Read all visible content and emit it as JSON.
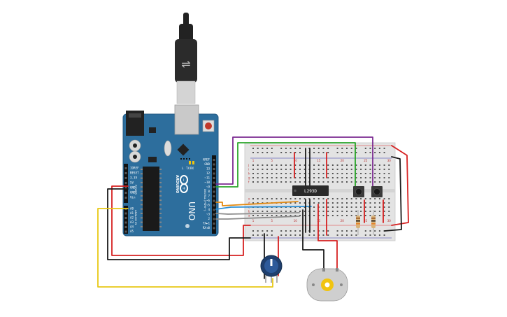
{
  "arduino": {
    "logo_text": "ARDUINO",
    "model": "UNO",
    "top_header_pins": [
      "AREF",
      "GND",
      "13",
      "12",
      "~11",
      "~10",
      "~9",
      "8",
      "7",
      "~6",
      "~5",
      "4",
      "~3",
      "2",
      "TX►1",
      "RX◄0"
    ],
    "power_pins": [
      "IOREF",
      "RESET",
      "3.3V",
      "5V",
      "GND",
      "GND",
      "Vin"
    ],
    "analog_pins": [
      "A0",
      "A1",
      "A2",
      "A3",
      "A4",
      "A5"
    ],
    "power_label": "POWER",
    "analog_label": "ANALOG IN",
    "digital_label": "DIGITAL (PWM~)",
    "led_labels": [
      "L",
      "TX",
      "RX"
    ]
  },
  "breadboard": {
    "column_numbers": [
      "1",
      "5",
      "10",
      "15",
      "20",
      "25",
      "30"
    ],
    "row_letters_top": [
      "j",
      "i",
      "h",
      "g",
      "f"
    ],
    "row_letters_bottom": [
      "e",
      "d",
      "c",
      "b",
      "a"
    ]
  },
  "ic": {
    "label": "L293D"
  },
  "colors": {
    "wire_red": "#d62020",
    "wire_black": "#1a1a1a",
    "wire_purple": "#7b2a91",
    "wire_green": "#2aa52a",
    "wire_orange": "#e38a12",
    "wire_blue": "#2a8fd6",
    "wire_gray": "#8c8c8c",
    "wire_yellow": "#e8c814",
    "board_blue": "#2d6e9d"
  }
}
